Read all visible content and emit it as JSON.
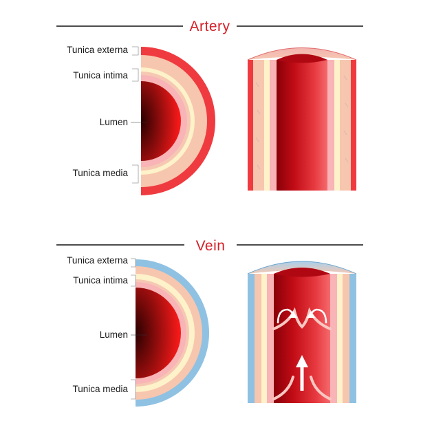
{
  "colors": {
    "title": "#d42027",
    "artery_externa": "#ef3b40",
    "artery_media": "#f7c6ae",
    "artery_layer_pale": "#fdf2c9",
    "artery_intima": "#f8b4b6",
    "vein_externa": "#8fc1e2",
    "vein_media": "#f7c6ae",
    "vein_layer_pale": "#fdf2c9",
    "vein_intima": "#f8b4b6",
    "lumen_dark": "#2a0000",
    "lumen_bright": "#ff1a1a",
    "blood": "#d01420",
    "blood_highlight": "#f25a5e",
    "valve": "#f9c7c1"
  },
  "artery": {
    "title": "Artery",
    "labels": {
      "externa": "Tunica externa",
      "intima": "Tunica intima",
      "lumen": "Lumen",
      "media": "Tunica media"
    }
  },
  "vein": {
    "title": "Vein",
    "labels": {
      "externa": "Tunica externa",
      "intima": "Tunica intima",
      "lumen": "Lumen",
      "media": "Tunica media"
    }
  },
  "icons": {
    "flow": "flow-arrow-icon",
    "valve_eddy": "curved-flow-arrow-icon"
  }
}
